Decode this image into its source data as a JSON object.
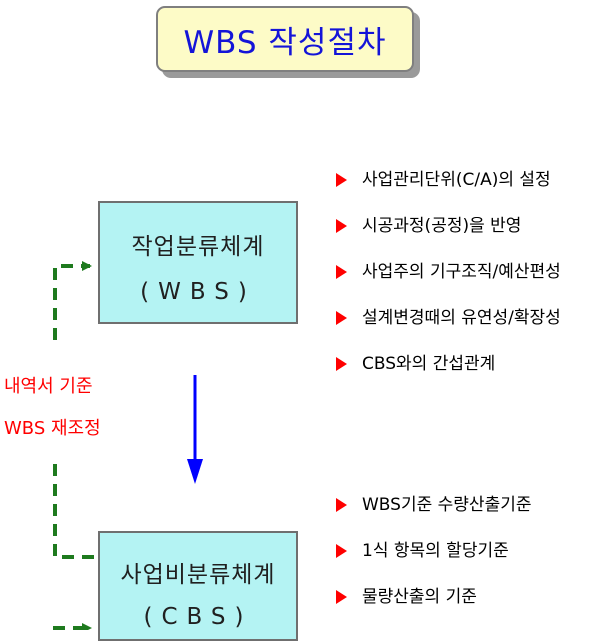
{
  "title": "WBS 작성절차",
  "wbs_box": {
    "line1": "작업분류체계",
    "line2": "(WBS)"
  },
  "cbs_box": {
    "line1": "사업비분류체계",
    "line2": "(CBS)"
  },
  "side_label": {
    "line1": "내역서 기준",
    "line2": "WBS 재조정"
  },
  "wbs_points": [
    "사업관리단위(C/A)의 설정",
    "시공과정(공정)을 반영",
    "사업주의 기구조직/예산편성",
    "설계변경때의 유연성/확장성",
    "CBS와의 간섭관계"
  ],
  "cbs_points": [
    "WBS기준 수량산출기준",
    "1식 항목의 할당기준",
    "물량산출의 기준"
  ],
  "colors": {
    "title_text": "#1414d8",
    "title_fill": "#fdfbc7",
    "box_fill": "#b4f3f3",
    "side_label": "#ff0000",
    "bullet": "#ff0000",
    "main_arrow": "#0000ff",
    "feedback_arrow": "#1e7a1e"
  }
}
